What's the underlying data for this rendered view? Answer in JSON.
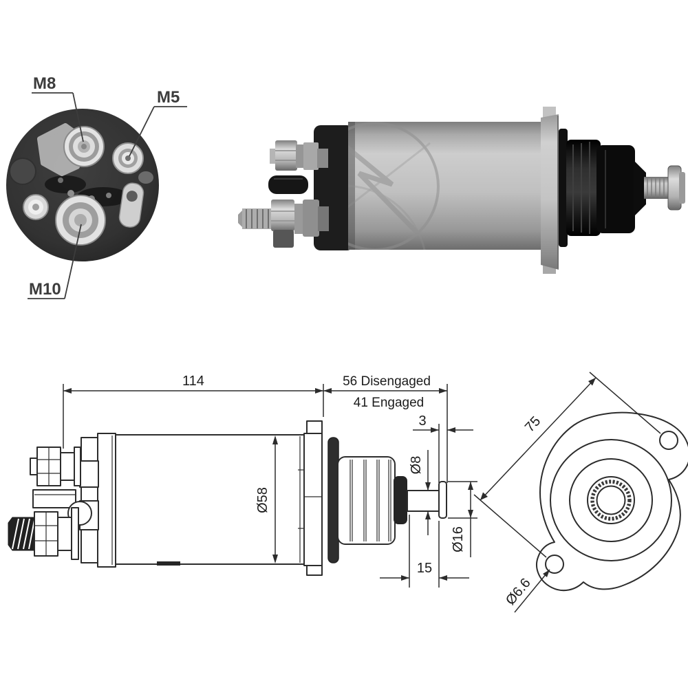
{
  "colors": {
    "background": "#ffffff",
    "drawing_line": "#2c2c2c",
    "dimension_text": "#1c1c1c",
    "terminal_label_text": "#3c3c3c"
  },
  "rear_view": {
    "terminal_labels": {
      "m8": "M8",
      "m5": "M5",
      "m10": "M10"
    }
  },
  "side_view": {
    "dimensions": {
      "body_length": "114",
      "plunger_disengaged": "56 Disengaged",
      "plunger_engaged": "41 Engaged",
      "tip_disc_thickness": "3",
      "body_diameter": "Ø58",
      "shaft_diameter": "Ø8",
      "tip_disc_diameter": "Ø16",
      "shaft_length": "15"
    }
  },
  "flange_view": {
    "dimensions": {
      "mounting_hole_spacing": "75",
      "mounting_hole_diameter": "Ø6.6"
    }
  }
}
